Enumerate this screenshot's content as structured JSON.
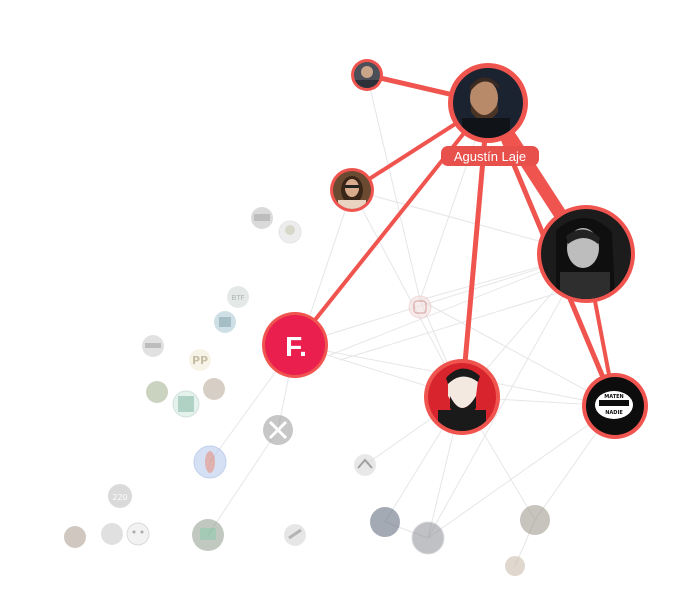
{
  "colors": {
    "highlight": "#f0544f",
    "highlight_ring": "#e84a45",
    "faint_edge": "#e6e6e6",
    "faint_node": "#cfcfcf"
  },
  "focus_node": {
    "label": "Agustín Laje",
    "icon": "bearded-man-portrait"
  },
  "highlighted_nodes": [
    {
      "id": "n_small_top",
      "icon": "man-portrait"
    },
    {
      "id": "n_woman",
      "icon": "woman-portrait"
    },
    {
      "id": "n_f",
      "icon": "letter-f-logo",
      "logo_text": "F."
    },
    {
      "id": "n_man_bw",
      "icon": "long-hair-man-portrait"
    },
    {
      "id": "n_illus",
      "icon": "bearded-illustration-logo"
    },
    {
      "id": "n_black",
      "icon": "mate-dictador-nadie-logo",
      "logo_text": "MATEN DICTADOR NADIE"
    }
  ],
  "faint_nodes": [
    {
      "id": "f1",
      "icon": "small-logo"
    },
    {
      "id": "f2",
      "icon": "portrait"
    },
    {
      "id": "f3",
      "icon": "btf-logo",
      "logo_text": "BTF"
    },
    {
      "id": "f4",
      "icon": "small-logo"
    },
    {
      "id": "f5",
      "icon": "square-logo"
    },
    {
      "id": "f6",
      "icon": "small-logo"
    },
    {
      "id": "f7",
      "icon": "pp-logo",
      "logo_text": "PP"
    },
    {
      "id": "f8",
      "icon": "portrait"
    },
    {
      "id": "f9",
      "icon": "book-logo"
    },
    {
      "id": "f10",
      "icon": "portrait"
    },
    {
      "id": "f11",
      "icon": "x-logo"
    },
    {
      "id": "f12",
      "icon": "blue-portrait"
    },
    {
      "id": "f13",
      "icon": "arrow-logo"
    },
    {
      "id": "f14",
      "icon": "220-logo",
      "logo_text": "220"
    },
    {
      "id": "f15",
      "icon": "portrait"
    },
    {
      "id": "f16",
      "icon": "portrait"
    },
    {
      "id": "f17",
      "icon": "face-logo"
    },
    {
      "id": "f18",
      "icon": "green-logo"
    },
    {
      "id": "f19",
      "icon": "small-logo"
    },
    {
      "id": "f20",
      "icon": "portrait"
    },
    {
      "id": "f21",
      "icon": "portrait"
    },
    {
      "id": "f22",
      "icon": "portrait"
    },
    {
      "id": "f23",
      "icon": "portrait"
    },
    {
      "id": "f24",
      "icon": "instagram-like-logo"
    }
  ]
}
